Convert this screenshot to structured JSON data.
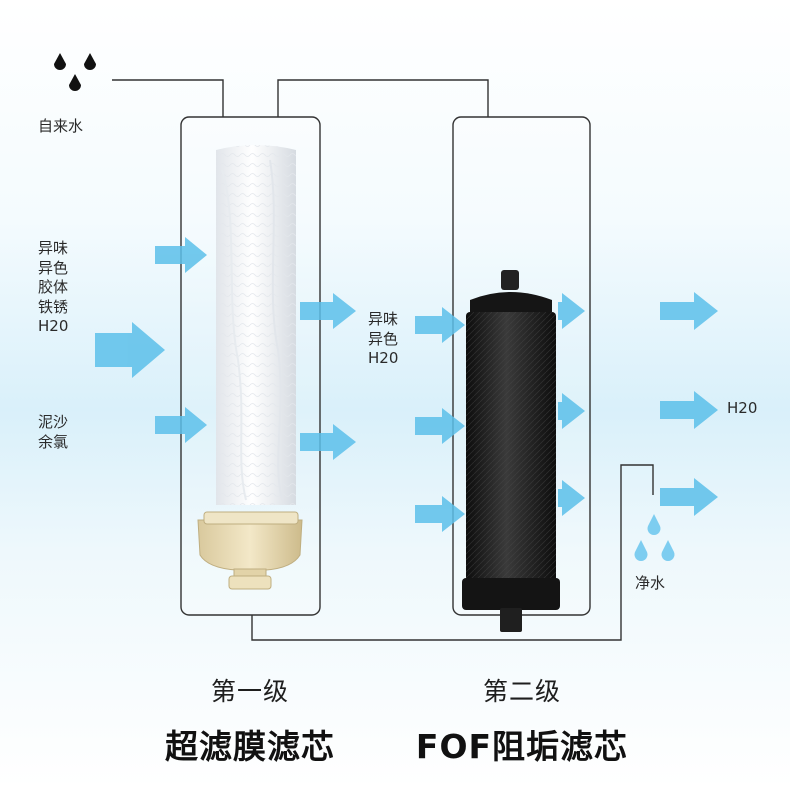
{
  "source": {
    "label": "自来水"
  },
  "inlet": {
    "contaminants_group1": [
      "异味",
      "异色",
      "胶体",
      "铁锈",
      "H20"
    ],
    "contaminants_group2": [
      "泥沙",
      "余氯"
    ]
  },
  "middle": {
    "contaminants": [
      "异味",
      "异色",
      "H20"
    ]
  },
  "outlet": {
    "water_label": "H20",
    "clean_label": "净水"
  },
  "stage1": {
    "level": "第一级",
    "name": "超滤膜滤芯"
  },
  "stage2": {
    "level": "第二级",
    "name": "FOF阻垢滤芯"
  },
  "colors": {
    "arrow": "#5cc0ea",
    "drop": "#7dcdf0",
    "pipe": "#333333",
    "carbon": "#1c1c1c",
    "membrane": "#f4f6f8",
    "cap": "#ebdcb4"
  }
}
